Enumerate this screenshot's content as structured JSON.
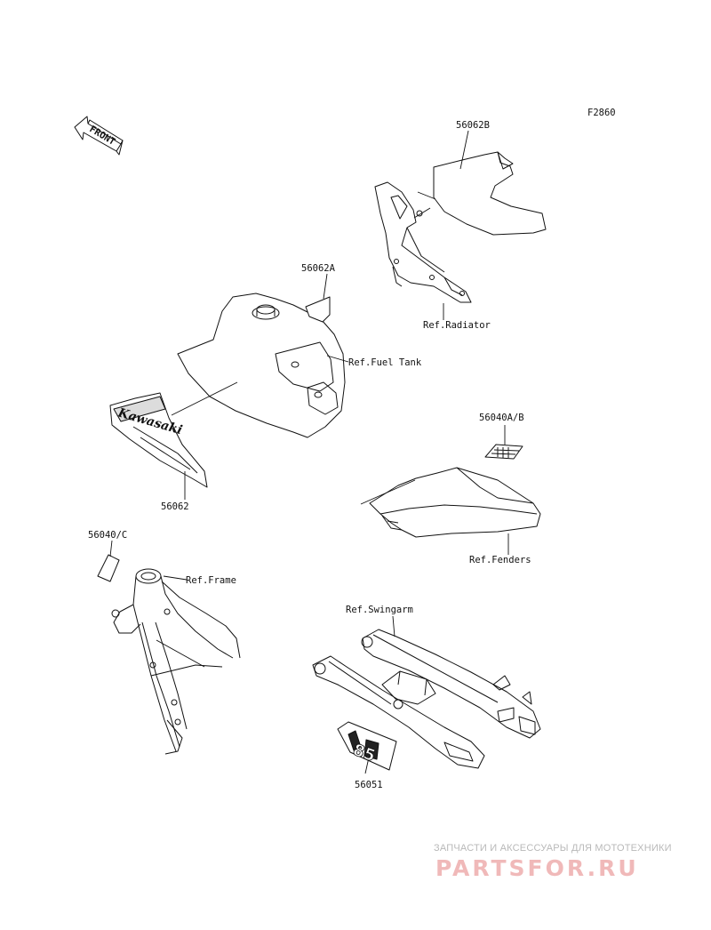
{
  "figure_code": "F2860",
  "front_indicator": "FRONT",
  "parts": {
    "p56062B": "56062B",
    "p56062A": "56062A",
    "p56062": "56062",
    "p56040AB": "56040A/B",
    "p56040C": "56040/C",
    "p56051": "56051"
  },
  "refs": {
    "radiator": "Ref.Radiator",
    "fuel_tank": "Ref.Fuel Tank",
    "fenders": "Ref.Fenders",
    "frame": "Ref.Frame",
    "swingarm": "Ref.Swingarm"
  },
  "decal_text": {
    "tank_brand": "Kawasaki",
    "swingarm_decal": "85"
  },
  "watermark": {
    "tagline": "ЗАПЧАСТИ И АКСЕССУАРЫ ДЛЯ МОТОТЕХНИКИ",
    "logo": "PARTSFOR.RU"
  },
  "colors": {
    "ink": "#111111",
    "watermark_logo": "#f0b9b9",
    "watermark_text": "#b9b9b9"
  }
}
